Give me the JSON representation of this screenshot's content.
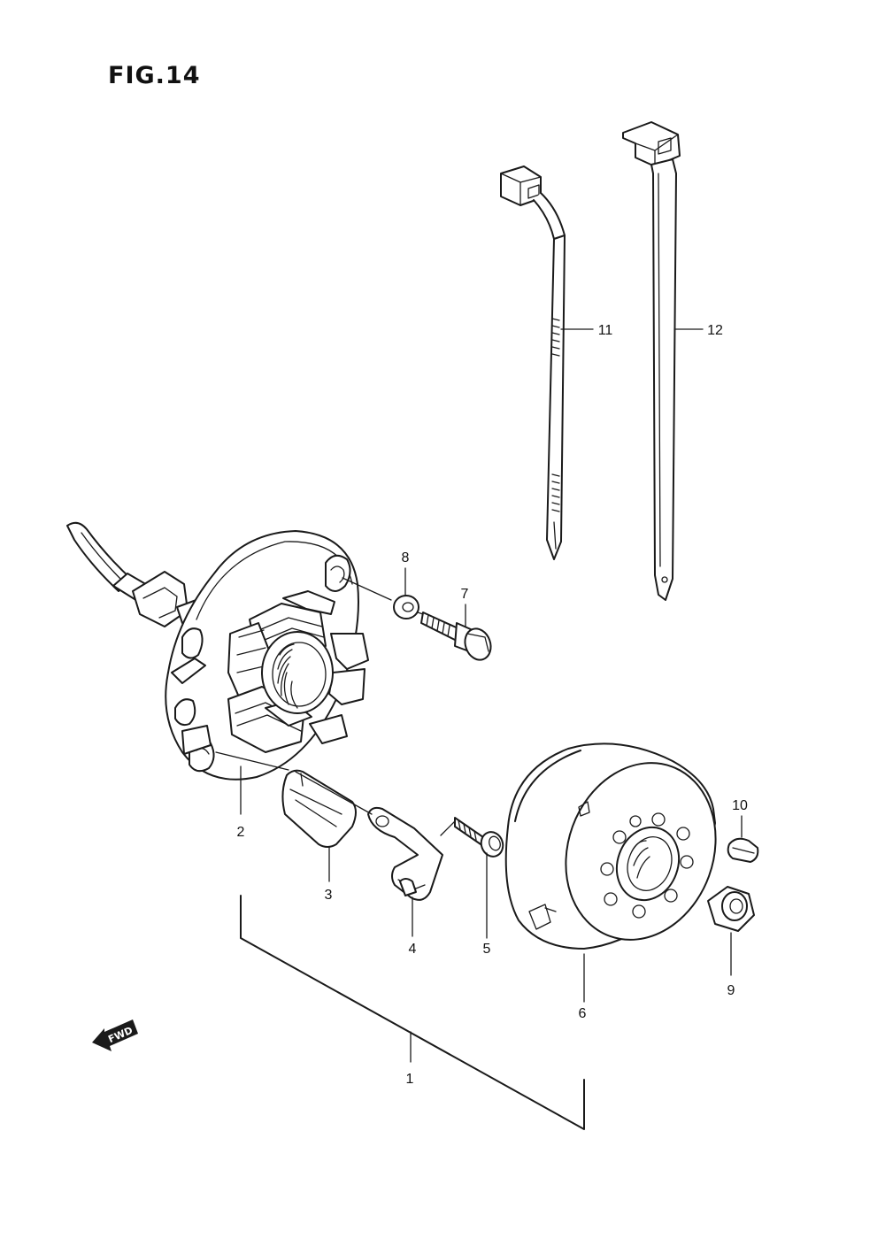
{
  "figure": {
    "title": "FIG.14"
  },
  "direction_marker": {
    "label": "FWD"
  },
  "callouts": [
    {
      "id": "c1",
      "label": "1"
    },
    {
      "id": "c2",
      "label": "2"
    },
    {
      "id": "c3",
      "label": "3"
    },
    {
      "id": "c4",
      "label": "4"
    },
    {
      "id": "c5",
      "label": "5"
    },
    {
      "id": "c6",
      "label": "6"
    },
    {
      "id": "c7",
      "label": "7"
    },
    {
      "id": "c8",
      "label": "8"
    },
    {
      "id": "c9",
      "label": "9"
    },
    {
      "id": "c10",
      "label": "10"
    },
    {
      "id": "c11",
      "label": "11"
    },
    {
      "id": "c12",
      "label": "12"
    }
  ]
}
